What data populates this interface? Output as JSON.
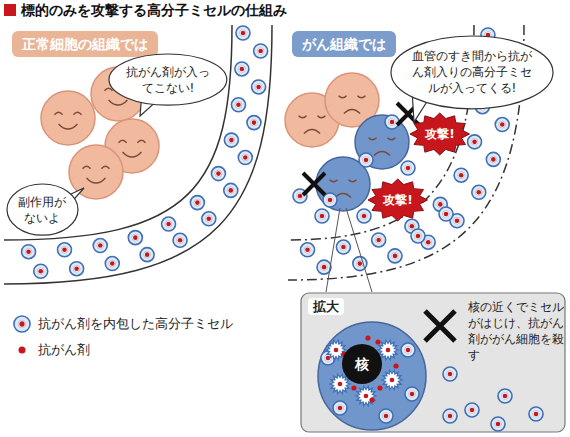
{
  "diagram": {
    "title": "標的のみを攻撃する高分子ミセルの仕組み",
    "nodes": [
      {
        "text": [
          "正常細胞の組織では"
        ]
      },
      {
        "text": [
          "がん組織では"
        ]
      },
      {
        "text": [
          "抗がん剤が入ってこない!"
        ]
      },
      {
        "text": [
          "副作用がないよ"
        ]
      },
      {
        "text": [
          "血管のすき間から抗がん剤入りの高分子ミセルが入ってくる!"
        ]
      },
      {
        "text": [
          "攻撃!"
        ]
      },
      {
        "text": [
          "攻撃!"
        ]
      },
      {
        "text": [
          "拡大"
        ]
      },
      {
        "text": [
          "核"
        ],
        "in": 7
      }
    ],
    "labels": [
      "核の近くでミセルがはじけ、抗がん剤ががん細胞を殺す"
    ],
    "legend": [
      {
        "text": "抗がん剤を内包した高分子ミセル"
      },
      {
        "text": "抗がん剤",
        "color": "#c8161d"
      }
    ]
  }
}
